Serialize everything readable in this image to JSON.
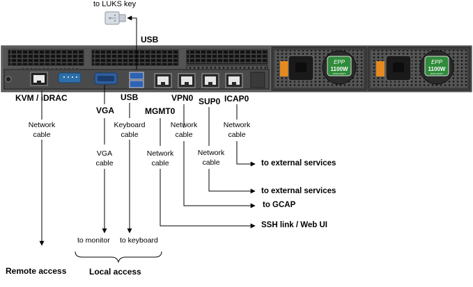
{
  "top": {
    "luks_label": "to LUKS key"
  },
  "ports": {
    "usb_top": "USB",
    "kvm": "KVM / iDRAC",
    "vga": "VGA",
    "usb": "USB",
    "mgmt": "MGMT0",
    "vpn": "VPN0",
    "sup": "SUP0",
    "icap": "ICAP0"
  },
  "cables": {
    "kvm_line1": "Network",
    "kvm_line2": "cable",
    "vga_line1": "VGA",
    "vga_line2": "cable",
    "usb_line1": "Keyboard",
    "usb_line2": "cable",
    "mgmt_line1": "Network",
    "mgmt_line2": "cable",
    "vpn_line1": "Network",
    "vpn_line2": "cable",
    "sup_line1": "Network",
    "sup_line2": "cable",
    "icap_line1": "Network",
    "icap_line2": "cable"
  },
  "psu": {
    "brand": "EPP",
    "rating": "1100W",
    "sub": "PASS ADAPT"
  },
  "destinations": {
    "icap": "to external  services",
    "sup": "to external  services",
    "vpn": "to GCAP",
    "mgmt": "SSH link / Web UI"
  },
  "bottom": {
    "to_monitor": "to monitor",
    "to_keyboard": "to keyboard",
    "remote": "Remote access",
    "local": "Local access"
  },
  "colors": {
    "chassis": "#4a4a4a",
    "dark": "#1f1f1f",
    "psu_green": "#2f8b3a",
    "port_blue": "#3a6ea5",
    "orange": "#e48a1f"
  }
}
